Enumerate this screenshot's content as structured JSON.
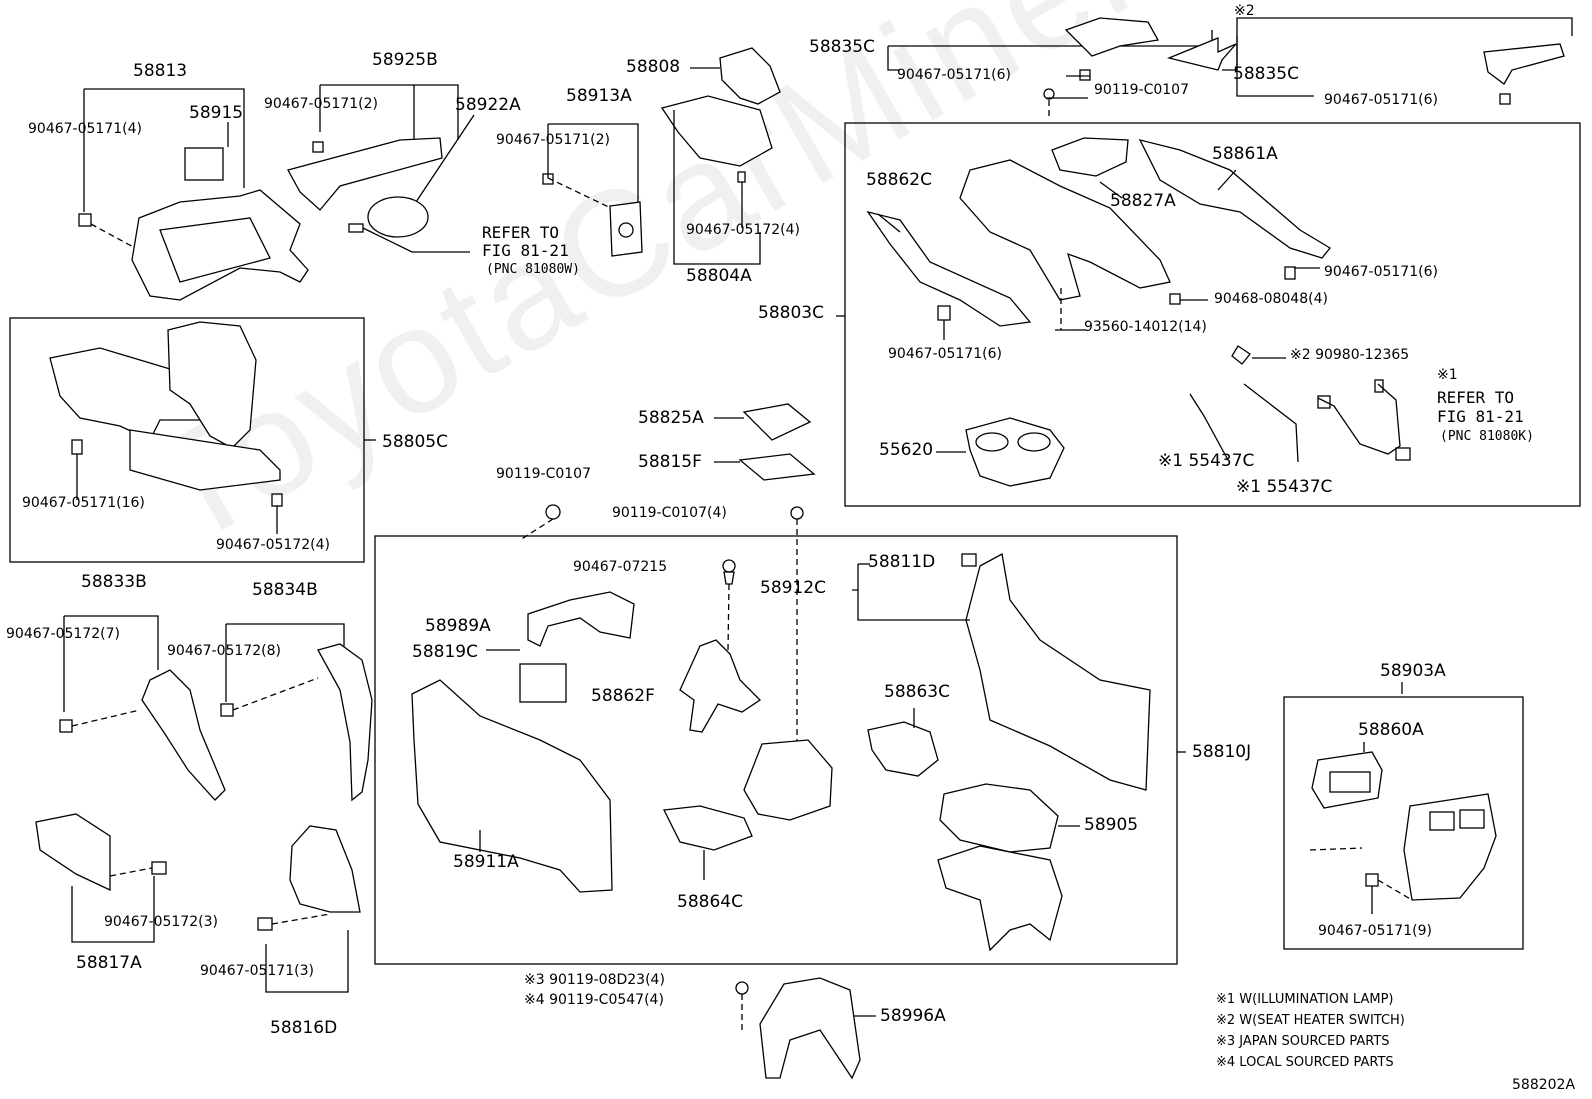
{
  "watermark": "ToyotaCarMiner.ru",
  "diagram_id": "588202A",
  "parts": {
    "p58813": "58813",
    "p58915": "58915",
    "p90467_05171_4a": "90467-05171(4)",
    "p58925B": "58925B",
    "p90467_05171_2a": "90467-05171(2)",
    "p58922A": "58922A",
    "p58913A": "58913A",
    "p90467_05171_2b": "90467-05171(2)",
    "refer1_line1": "REFER TO",
    "refer1_line2": "FIG 81-21",
    "refer1_line3": "(PNC 81080W)",
    "p58808": "58808",
    "p90467_05172_4a": "90467-05172(4)",
    "p58804A": "58804A",
    "p58835C_top": "58835C",
    "p90467_05171_6a": "90467-05171(6)",
    "p90119_C0107a": "90119-C0107",
    "note2_mark": "※2",
    "p58835C_right": "58835C",
    "p90467_05171_6b": "90467-05171(6)",
    "p58862C": "58862C",
    "p58827A": "58827A",
    "p58861A": "58861A",
    "p90467_05171_6c": "90467-05171(6)",
    "p90468_08048_4": "90468-08048(4)",
    "p58803C": "58803C",
    "p93560_14012_14": "93560-14012(14)",
    "p90467_05171_6d": "90467-05171(6)",
    "p90980_12365": "※2 90980-12365",
    "refer2_mark": "※1",
    "refer2_line1": "REFER TO",
    "refer2_line2": "FIG 81-21",
    "refer2_line3": "(PNC 81080K)",
    "p55620": "55620",
    "p55437C_a": "※1 55437C",
    "p55437C_b": "※1 55437C",
    "p58805C": "58805C",
    "p90467_05171_16": "90467-05171(16)",
    "p90467_05172_4b": "90467-05172(4)",
    "p58825A": "58825A",
    "p58815F": "58815F",
    "p90119_C0107b": "90119-C0107",
    "p90119_C0107_4": "90119-C0107(4)",
    "p58833B": "58833B",
    "p90467_05172_7": "90467-05172(7)",
    "p58834B": "58834B",
    "p90467_05172_8": "90467-05172(8)",
    "p90467_07215": "90467-07215",
    "p58912C": "58912C",
    "p58811D": "58811D",
    "p58989A": "58989A",
    "p58819C": "58819C",
    "p58862F": "58862F",
    "p58863C": "58863C",
    "p58810J": "58810J",
    "p58911A": "58911A",
    "p58905": "58905",
    "p58864C": "58864C",
    "p58903A": "58903A",
    "p58860A": "58860A",
    "p90467_05171_9": "90467-05171(9)",
    "p90467_05172_3": "90467-05172(3)",
    "p58817A": "58817A",
    "p90467_05171_3": "90467-05171(3)",
    "p58816D": "58816D",
    "p90119_08D23": "※3 90119-08D23(4)",
    "p90119_C0547": "※4 90119-C0547(4)",
    "p58996A": "58996A"
  },
  "legend": [
    "※1 W(ILLUMINATION LAMP)",
    "※2 W(SEAT HEATER SWITCH)",
    "※3 JAPAN SOURCED PARTS",
    "※4 LOCAL SOURCED PARTS"
  ]
}
